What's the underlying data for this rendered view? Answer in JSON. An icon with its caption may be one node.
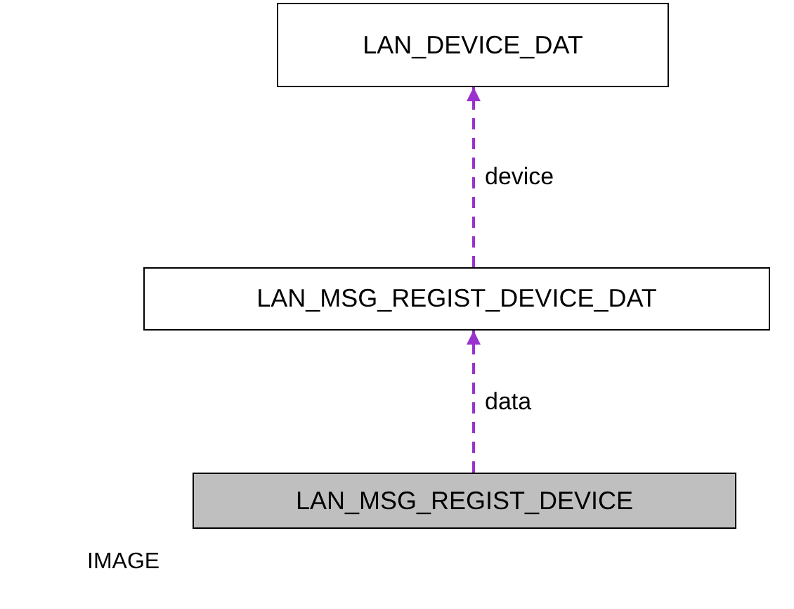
{
  "diagram": {
    "nodes": [
      {
        "text": [
          "LAN_DEVICE_DAT"
        ]
      },
      {
        "text": [
          "LAN_MSG_REGIST_DEVICE_DAT"
        ]
      },
      {
        "text": [
          "LAN_MSG_REGIST_DEVICE"
        ]
      }
    ],
    "edges": [
      {
        "from": 1,
        "to": 0,
        "arrow": "to",
        "label": "device",
        "style": "dashed",
        "color": "#9a32cd"
      },
      {
        "from": 2,
        "to": 1,
        "arrow": "to",
        "label": "data",
        "style": "dashed",
        "color": "#9a32cd"
      }
    ],
    "labels": [
      "IMAGE"
    ]
  }
}
